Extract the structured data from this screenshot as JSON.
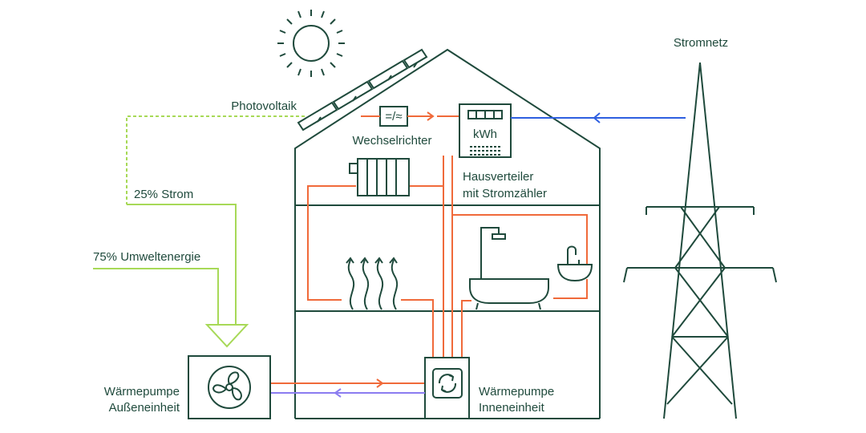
{
  "labels": {
    "grid": "Stromnetz",
    "pv": "Photovoltaik",
    "inverter": "Wechselrichter",
    "meter_unit": "kWh",
    "meter_line1": "Hausverteiler",
    "meter_line2": "mit Stromzähler",
    "strom": "25% Strom",
    "umwelt": "75% Umweltenergie",
    "outdoor_line1": "Wärmepumpe",
    "outdoor_line2": "Außeneinheit",
    "indoor_line1": "Wärmepumpe",
    "indoor_line2": "Inneneinheit",
    "inverter_symbol": "=/≈"
  },
  "colors": {
    "ink": "#1f4a3c",
    "heating": "#f06a3a",
    "grid_power": "#2e5fe0",
    "return": "#8b7cf0",
    "environment": "#a7d957"
  }
}
